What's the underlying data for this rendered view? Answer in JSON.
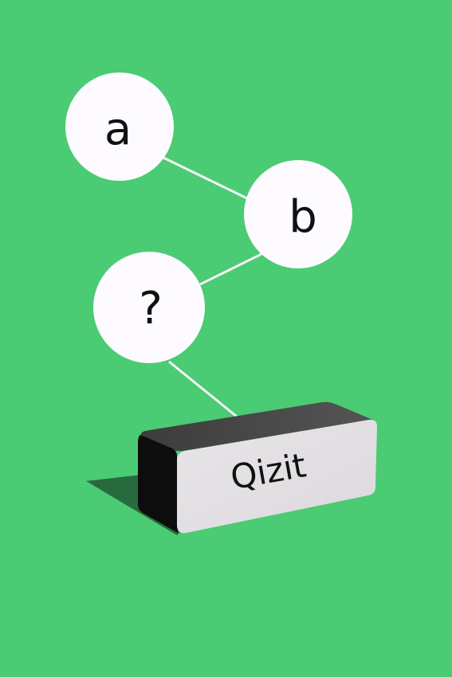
{
  "background_color": "#4bcb73",
  "nodes": [
    {
      "id": "a",
      "label": "a"
    },
    {
      "id": "b",
      "label": "b"
    },
    {
      "id": "unknown",
      "label": "?"
    }
  ],
  "block": {
    "label": "Qizit",
    "front_color": "#e3e0e4",
    "top_color": "#4d4d4d",
    "side_color": "#0d0d0d",
    "shadow_color": "#286a3d"
  }
}
